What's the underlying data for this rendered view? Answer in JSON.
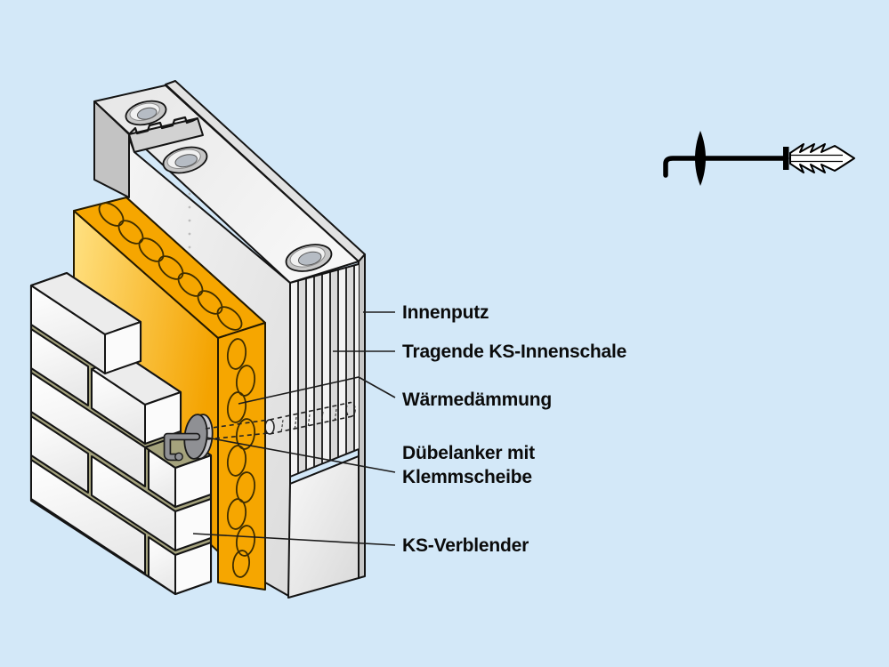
{
  "labels": {
    "innenputz": "Innenputz",
    "tragende_ks_innenschale": "Tragende KS-Innenschale",
    "waermedaemmung": "Wärmedämmung",
    "duebelanker_line1": "Dübelanker mit",
    "duebelanker_line2": "Klemmscheibe",
    "ks_verblender": "KS-Verblender"
  },
  "colors": {
    "background": "#d3e8f8",
    "outline": "#141414",
    "insulation": "#f6a600",
    "insulation_light": "#ffe07a",
    "mortar": "#a5a37d",
    "block_face": "#ededed",
    "plaster": "#c7c7c7",
    "metal": "#8f9094",
    "text": "#0b0b0b"
  },
  "icons": {
    "anchor_symbol": "dowel-anchor-symbol"
  }
}
